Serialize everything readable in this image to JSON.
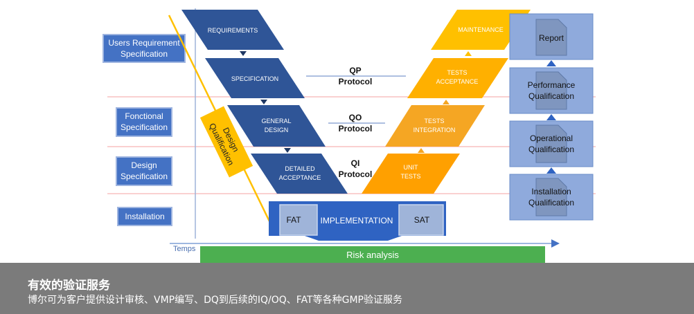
{
  "left_boxes": [
    {
      "line1": "Users Requirement",
      "line2": "Specification"
    },
    {
      "line1": "Fonctional",
      "line2": "Specification"
    },
    {
      "line1": "Design",
      "line2": "Specification"
    },
    {
      "line1": "Installation",
      "line2": ""
    }
  ],
  "v_left": [
    {
      "line1": "REQUIREMENTS",
      "line2": ""
    },
    {
      "line1": "SPECIFICATION",
      "line2": ""
    },
    {
      "line1": "GENERAL",
      "line2": "DESIGN"
    },
    {
      "line1": "DETAILED",
      "line2": "ACCEPTANCE"
    }
  ],
  "v_right": [
    {
      "line1": "MAINTENANCE",
      "line2": ""
    },
    {
      "line1": "TESTS",
      "line2": "ACCEPTANCE"
    },
    {
      "line1": "TESTS",
      "line2": "INTEGRATION"
    },
    {
      "line1": "UNIT",
      "line2": "TESTS"
    }
  ],
  "protocols": [
    {
      "code": "QP",
      "label": "Protocol"
    },
    {
      "code": "QO",
      "label": "Protocol"
    },
    {
      "code": "QI",
      "label": "Protocol"
    }
  ],
  "design_qualification": {
    "line1": "Design",
    "line2": "Qualification"
  },
  "implementation": {
    "label": "IMPLEMENTATION",
    "fat": "FAT",
    "sat": "SAT"
  },
  "right_boxes": [
    {
      "line1": "Report",
      "line2": ""
    },
    {
      "line1": "Performance",
      "line2": "Qualification"
    },
    {
      "line1": "Operational",
      "line2": "Qualification"
    },
    {
      "line1": "Installation",
      "line2": "Qualification"
    }
  ],
  "axis_label": "Temps",
  "risk_label": "Risk analysis",
  "footer": {
    "title": "有效的验证服务",
    "subtitle": "博尔可为客户提供设计审核、VMP编写、DQ到后续的IQ/OQ、FAT等各种GMP验证服务"
  },
  "colors": {
    "dark_blue": "#2f5597",
    "orange": "#f5a623",
    "yellow": "#ffc000",
    "light_box": "#8faadc",
    "green": "#4caf50",
    "red_line": "#f4a0a0"
  }
}
